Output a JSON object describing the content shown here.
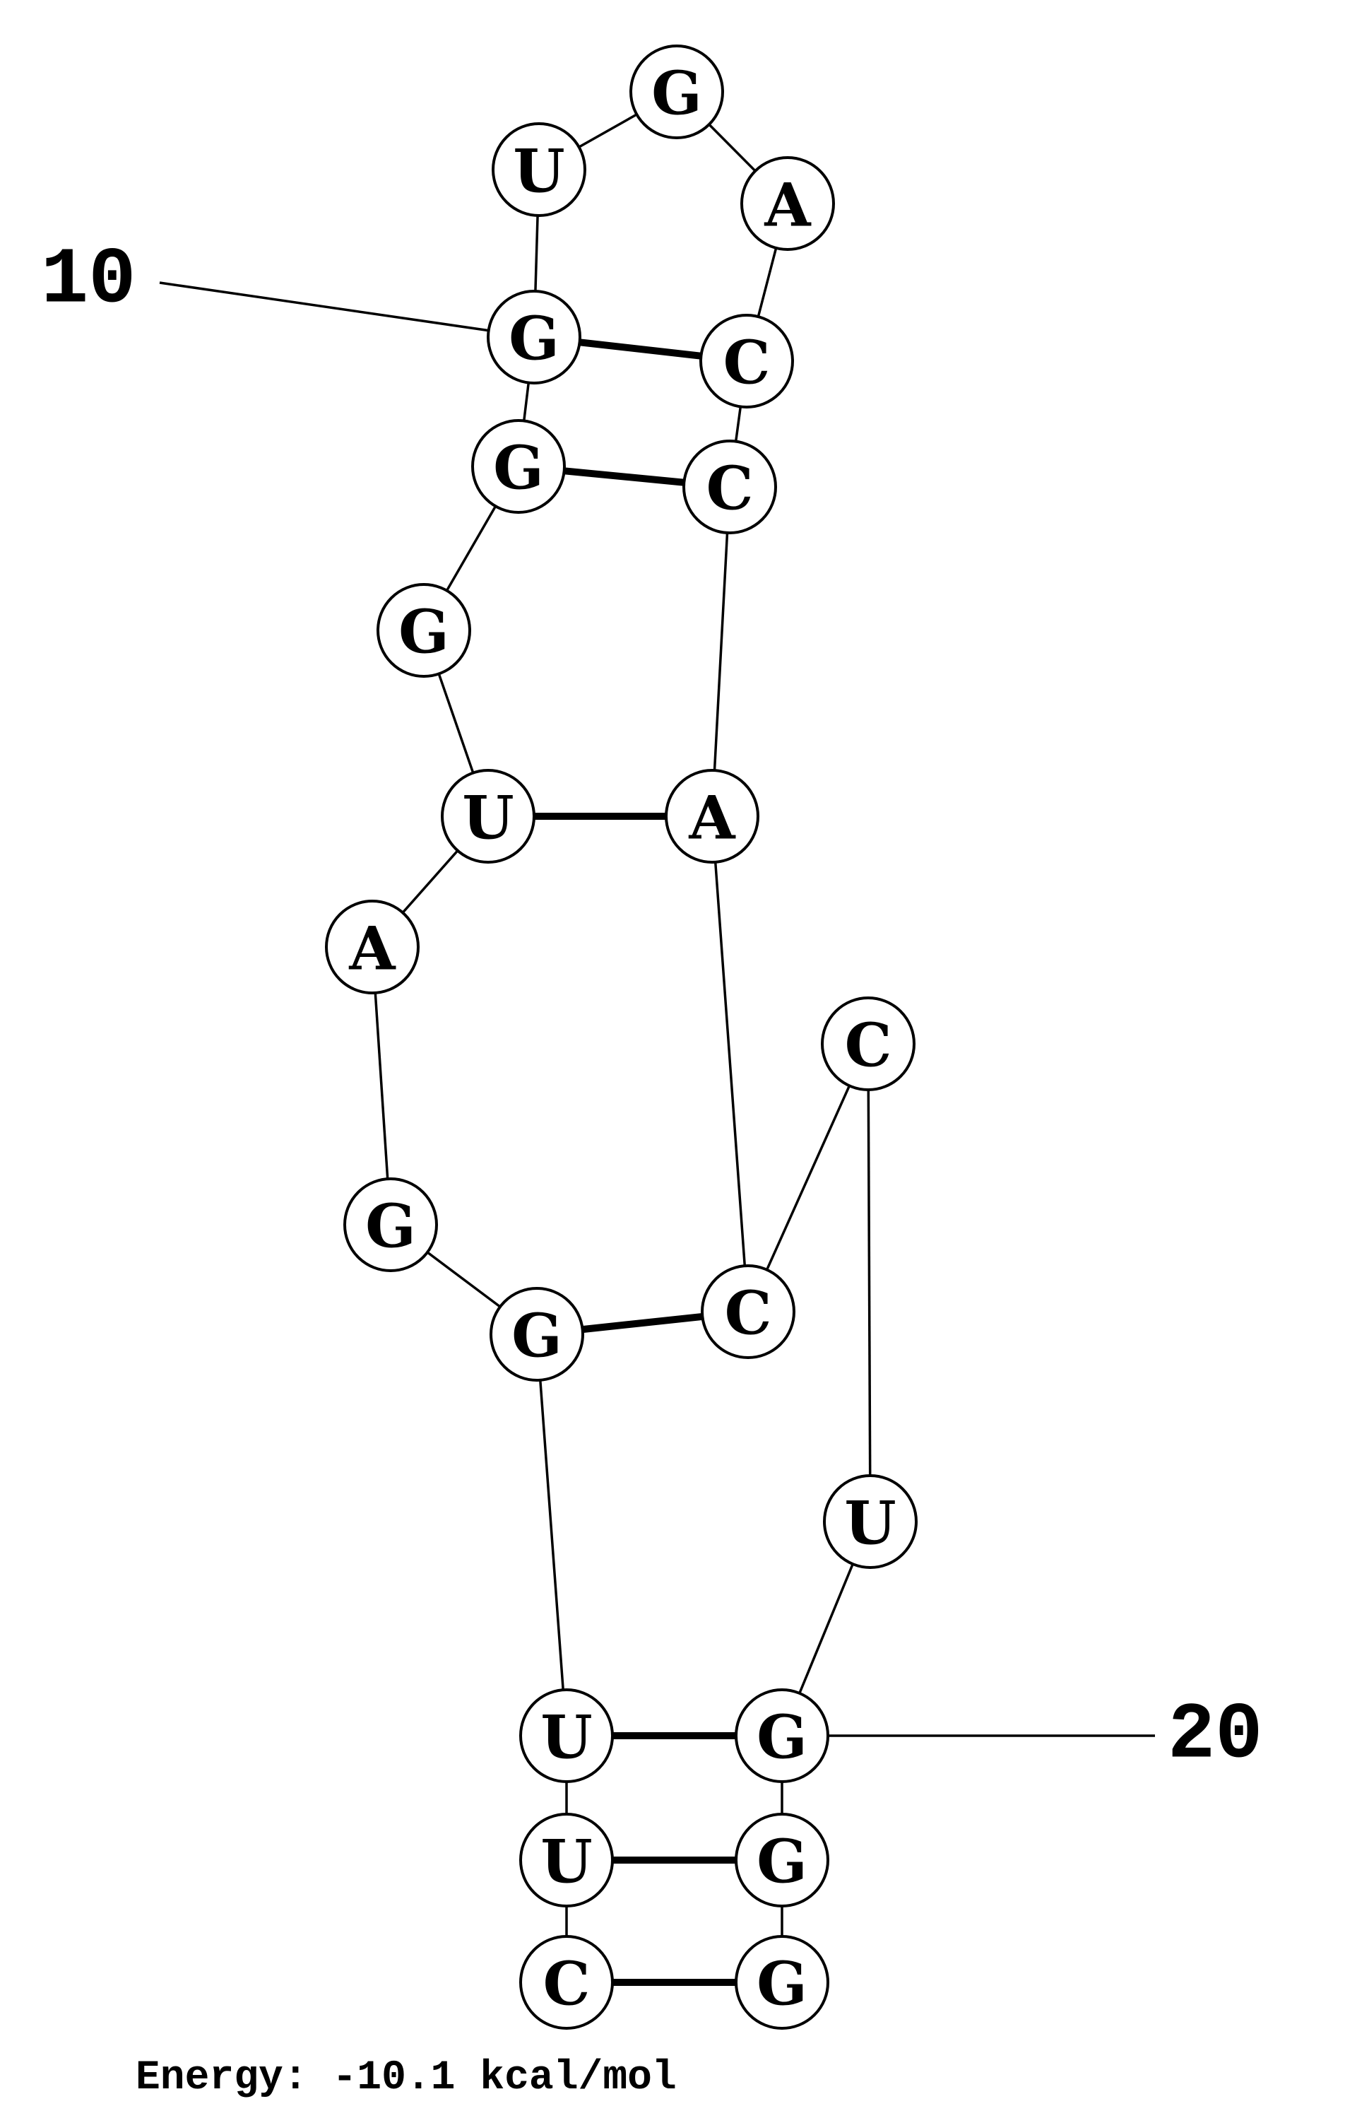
{
  "structure": {
    "sequence": [
      "C",
      "U",
      "U",
      "G",
      "G",
      "A",
      "U",
      "G",
      "G",
      "G",
      "U",
      "G",
      "A",
      "C",
      "C",
      "A",
      "C",
      "C",
      "U",
      "G",
      "G",
      "G"
    ],
    "pairs": [
      [
        1,
        22
      ],
      [
        2,
        21
      ],
      [
        3,
        20
      ],
      [
        4,
        17
      ],
      [
        7,
        16
      ],
      [
        9,
        15
      ],
      [
        10,
        14
      ]
    ],
    "position_labels": [
      {
        "index": 10,
        "text": "10"
      },
      {
        "index": 20,
        "text": "20"
      }
    ]
  },
  "energy": {
    "label": "Energy:",
    "value": "-10.1",
    "unit": "kcal/mol"
  }
}
